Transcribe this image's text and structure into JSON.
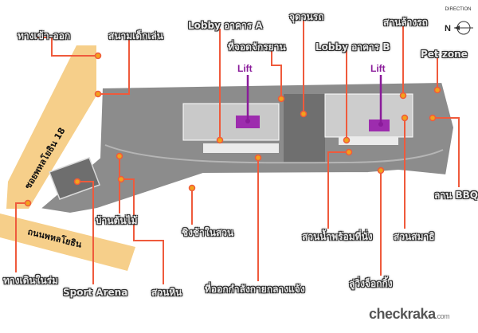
{
  "labels": {
    "entrance": "ทางเข้า-ออก",
    "playground": "สนามเด็กเล่น",
    "lobby_a": "Lobby อาคาร A",
    "dropoff": "จุดวนรถ",
    "car_wash": "สานล้างรถ",
    "bike_park": "ที่จอดจักรยาน",
    "lobby_b": "Lobby อาคาร B",
    "pet_zone": "Pet zone",
    "bbq": "ลาน BBQ",
    "tree_house": "บ้านต้นไม้",
    "swing": "ชิงช้าในสวน",
    "water_garden": "สวนน้ำพร้อมที่นั่ง",
    "meditation": "สวนสมาธิ",
    "jogging": "ลู่วิ่งจ็อกกิ้ง",
    "walkway": "ทางเดินในร่ม",
    "sport_arena": "Sport Arena",
    "rock_garden": "สวนหิน",
    "outdoor_gym": "ที่ออกกำลังกายกลางแจ้ง"
  },
  "lifts": {
    "a": "Lift",
    "b": "Lift"
  },
  "roads": {
    "soi": "ซอยพหลโยธิน 18",
    "main": "ถนนพหลโยธิน"
  },
  "compass": {
    "direction": "DIRECTION",
    "north": "N"
  },
  "brand": {
    "name": "checkraka",
    "domain": ".com"
  },
  "colors": {
    "leader": "#ef5a3c",
    "marker": "#f2a21c",
    "lift": "#8a1b9a",
    "road": "#f6cf8a"
  }
}
